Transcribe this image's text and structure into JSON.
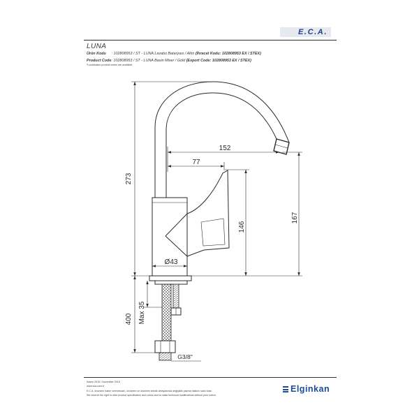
{
  "header": {
    "logo_text": "E.C.A.",
    "product_name": "LUNA",
    "product_code_tr": {
      "label": "Ürün Kodu",
      "value": ": 102808953 / ST - LUNA Lavabo Bataryası / Altın",
      "export": "(İhracat Kodu: 102808953 EX / STEX)"
    },
    "product_code_en": {
      "label": "Product Code",
      "value": ": 102808953 / ST - LUNA Basin Mixer / Gold",
      "export": "(Export Code: 102808953 EX / STEX)"
    },
    "note": "*Localisation product codes are available."
  },
  "drawing": {
    "dimensions": {
      "total_height": "273",
      "install_depth": "400",
      "max_thickness": "Max 35",
      "spout_reach": "152",
      "handle_reach": "77",
      "handle_height": "146",
      "spout_outlet_height": "167",
      "body_diameter": "Ø43",
      "connection_thread": "G3/8\""
    }
  },
  "footer": {
    "date": "Kasım 2015 / November 2015",
    "website": "www.eca.com.tr",
    "disclaimer_tr": "E.C.A. önceden haber vermeksizin, ürünlerin ve ürünlerin teknik detaylarında değişiklik yapma hakkını saklı tutar.",
    "disclaimer_en": "We reserve the right to alter product specification and colors and to make technical modifications without prior notice.",
    "brand": "Elginkan"
  },
  "colors": {
    "logo_blue": "#1f3e8f",
    "brand_blue": "#1d4a96",
    "logo_bg": "#e6e9ee",
    "ink": "#2e2e2e"
  }
}
